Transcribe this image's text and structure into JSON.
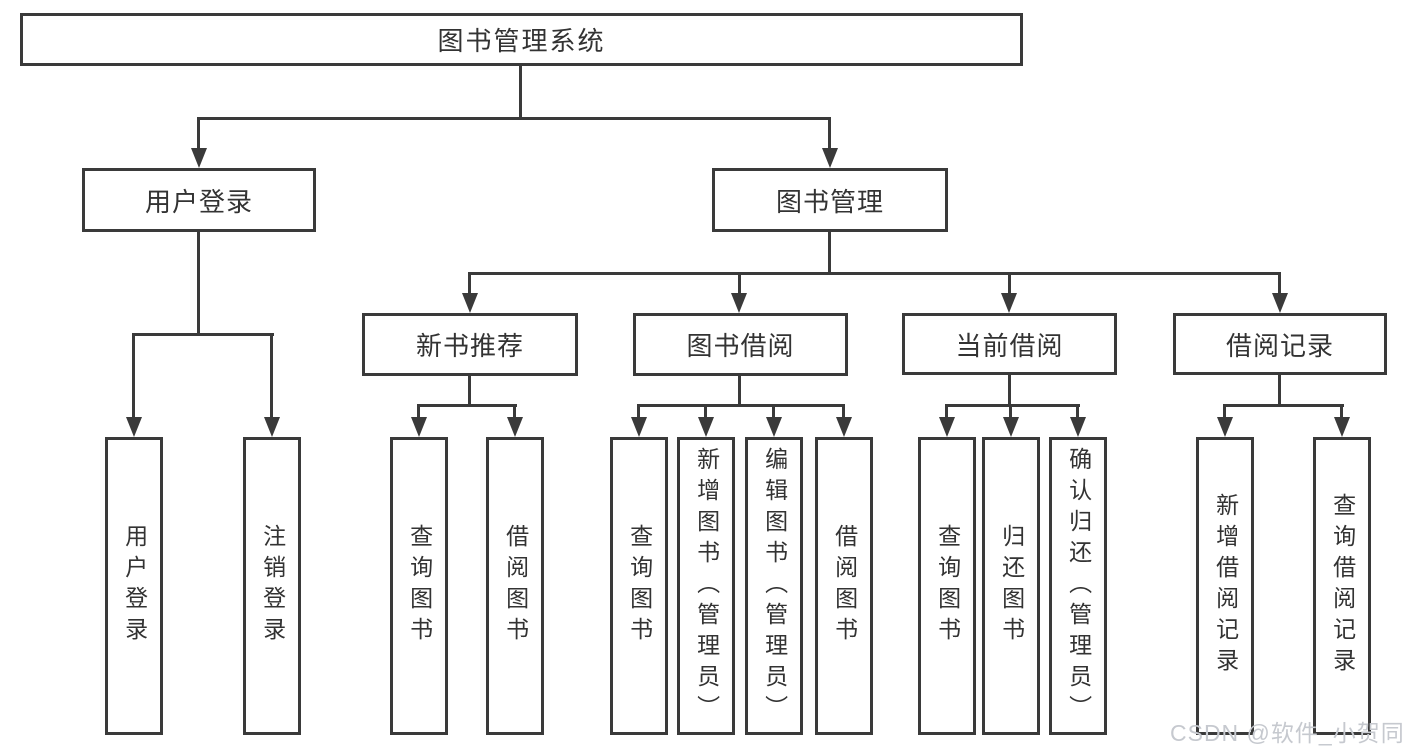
{
  "tree": {
    "label": "图书管理系统",
    "children": [
      {
        "label": "用户登录",
        "children": [
          {
            "label": "用户登录"
          },
          {
            "label": "注销登录"
          }
        ]
      },
      {
        "label": "图书管理",
        "children": [
          {
            "label": "新书推荐",
            "children": [
              {
                "label": "查询图书"
              },
              {
                "label": "借阅图书"
              }
            ]
          },
          {
            "label": "图书借阅",
            "children": [
              {
                "label": "查询图书"
              },
              {
                "label": "新增图书（管理员）"
              },
              {
                "label": "编辑图书（管理员）"
              },
              {
                "label": "借阅图书"
              }
            ]
          },
          {
            "label": "当前借阅",
            "children": [
              {
                "label": "查询图书"
              },
              {
                "label": "归还图书"
              },
              {
                "label": "确认归还（管理员）"
              }
            ]
          },
          {
            "label": "借阅记录",
            "children": [
              {
                "label": "新增借阅记录"
              },
              {
                "label": "查询借阅记录"
              }
            ]
          }
        ]
      }
    ]
  },
  "watermark": "CSDN @软件_小贺同学",
  "colors": {
    "line": "#3a3a3a",
    "box_border": "#3a3a3a",
    "text": "#333333",
    "background": "#ffffff",
    "watermark": "#c6c9cf"
  }
}
